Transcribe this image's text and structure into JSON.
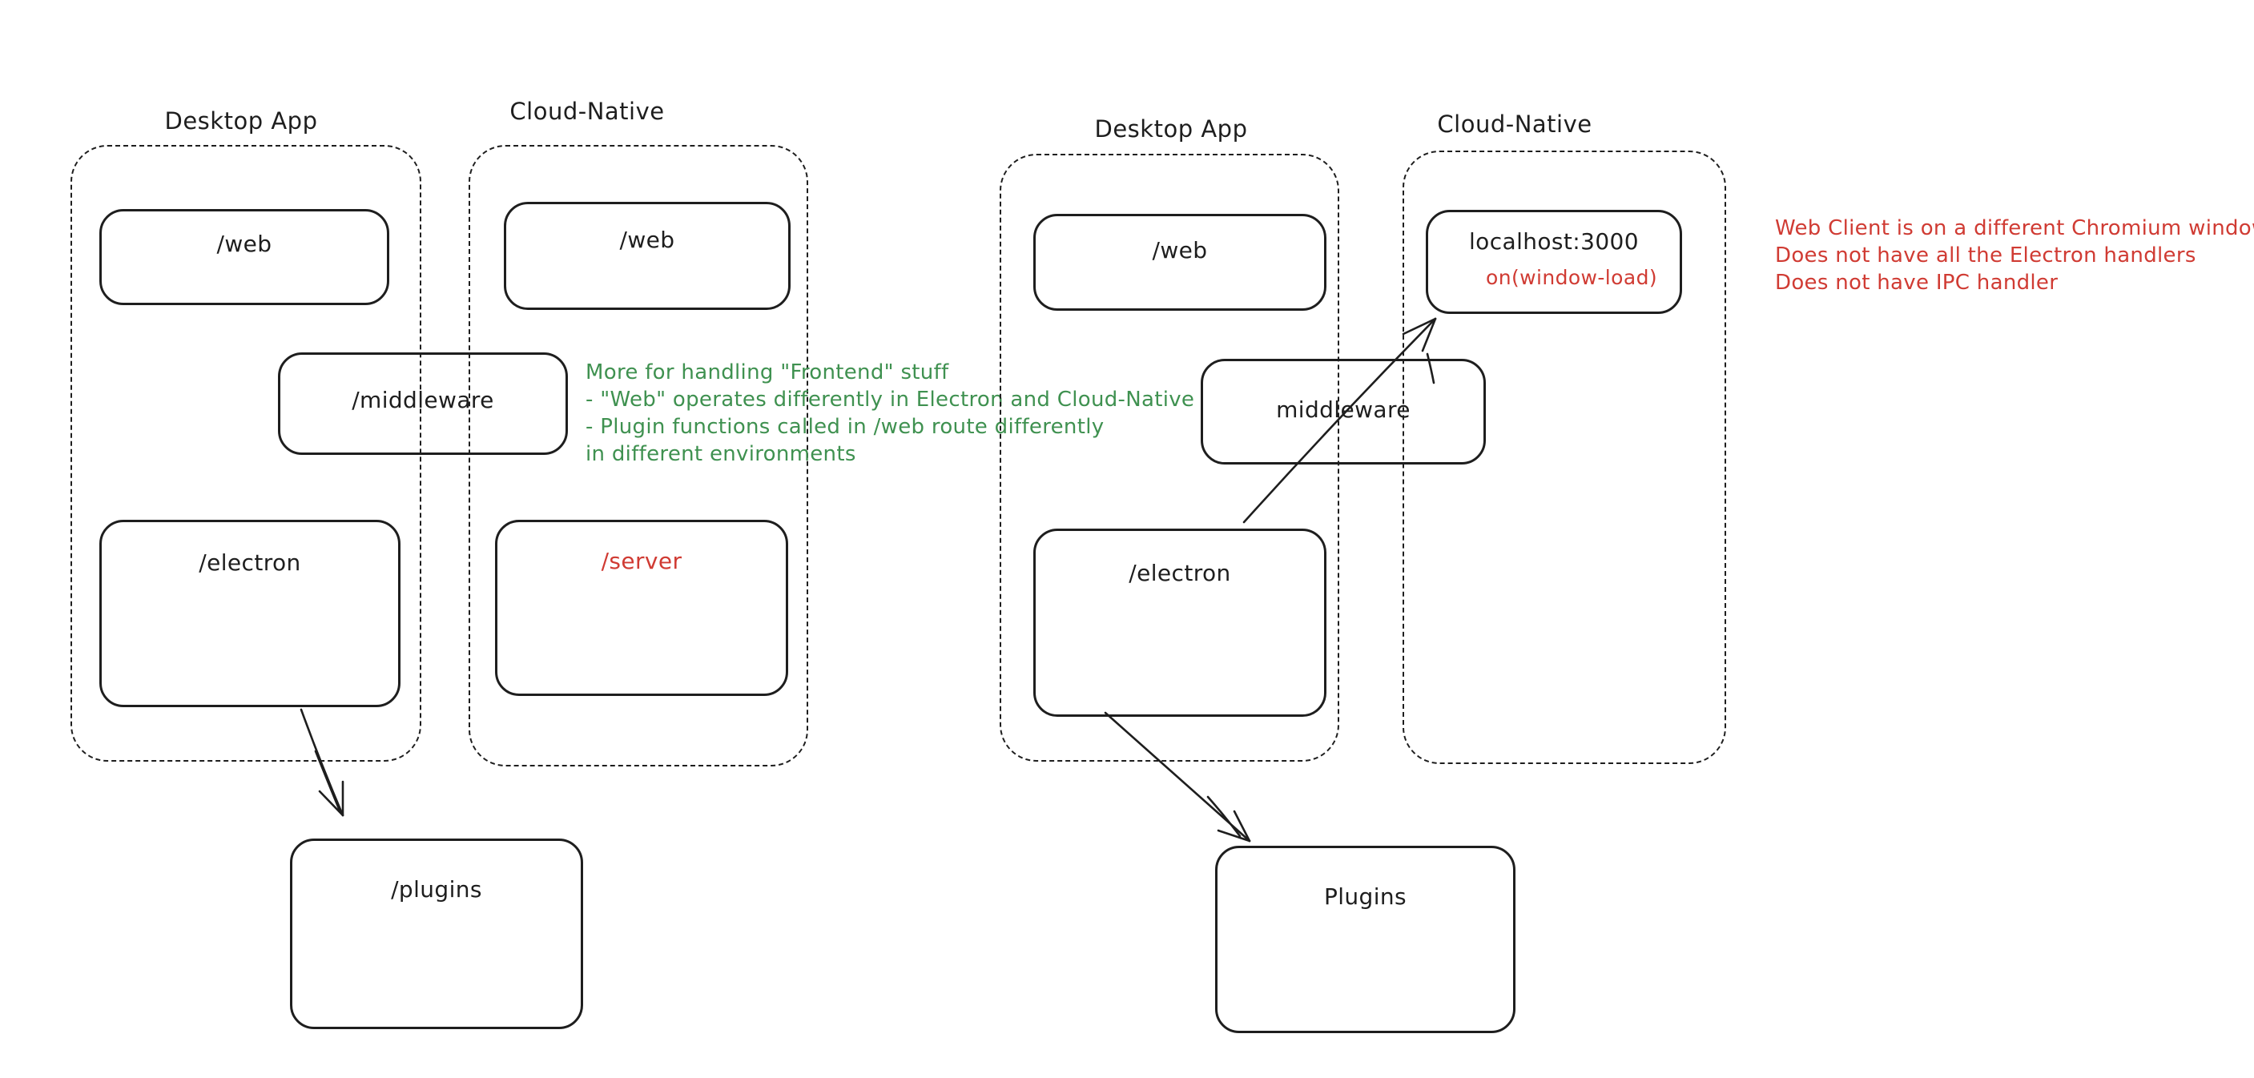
{
  "canvas": {
    "background": "#ffffff",
    "ink_color": "#1e1e1e",
    "red_color": "#d03b33",
    "green_color": "#3f9150"
  },
  "left_diagram": {
    "desktop_container": {
      "label": "Desktop App"
    },
    "cloud_container": {
      "label": "Cloud-Native"
    },
    "boxes": {
      "web_desktop": {
        "label": "/web"
      },
      "web_cloud": {
        "label": "/web"
      },
      "middleware": {
        "label": "/middleware"
      },
      "electron": {
        "label": "/electron"
      },
      "server": {
        "label": "/server",
        "color": "#d03b33"
      },
      "plugins": {
        "label": "/plugins"
      }
    },
    "note_green": {
      "lines": [
        "More for handling \"Frontend\" stuff",
        "- \"Web\" operates differently in Electron and Cloud-Native",
        "- Plugin functions called in /web route differently",
        "in different environments"
      ]
    },
    "arrows": [
      {
        "from": "/electron",
        "to": "/plugins"
      }
    ]
  },
  "right_diagram": {
    "desktop_container": {
      "label": "Desktop App"
    },
    "cloud_container": {
      "label": "Cloud-Native"
    },
    "boxes": {
      "web": {
        "label": "/web"
      },
      "localhost": {
        "label": "localhost:3000",
        "sublabel": "on(window-load)",
        "sublabel_color": "#d03b33"
      },
      "middleware": {
        "label": "middleware"
      },
      "electron": {
        "label": "/electron"
      },
      "plugins": {
        "label": "Plugins"
      }
    },
    "note_red": {
      "lines": [
        "Web Client is on a different Chromium window",
        "Does not have all the Electron handlers",
        "Does not have IPC handler"
      ]
    },
    "arrows": [
      {
        "from": "/electron",
        "to": "localhost:3000",
        "through": "middleware"
      },
      {
        "from": "/electron",
        "to": "Plugins"
      }
    ]
  }
}
